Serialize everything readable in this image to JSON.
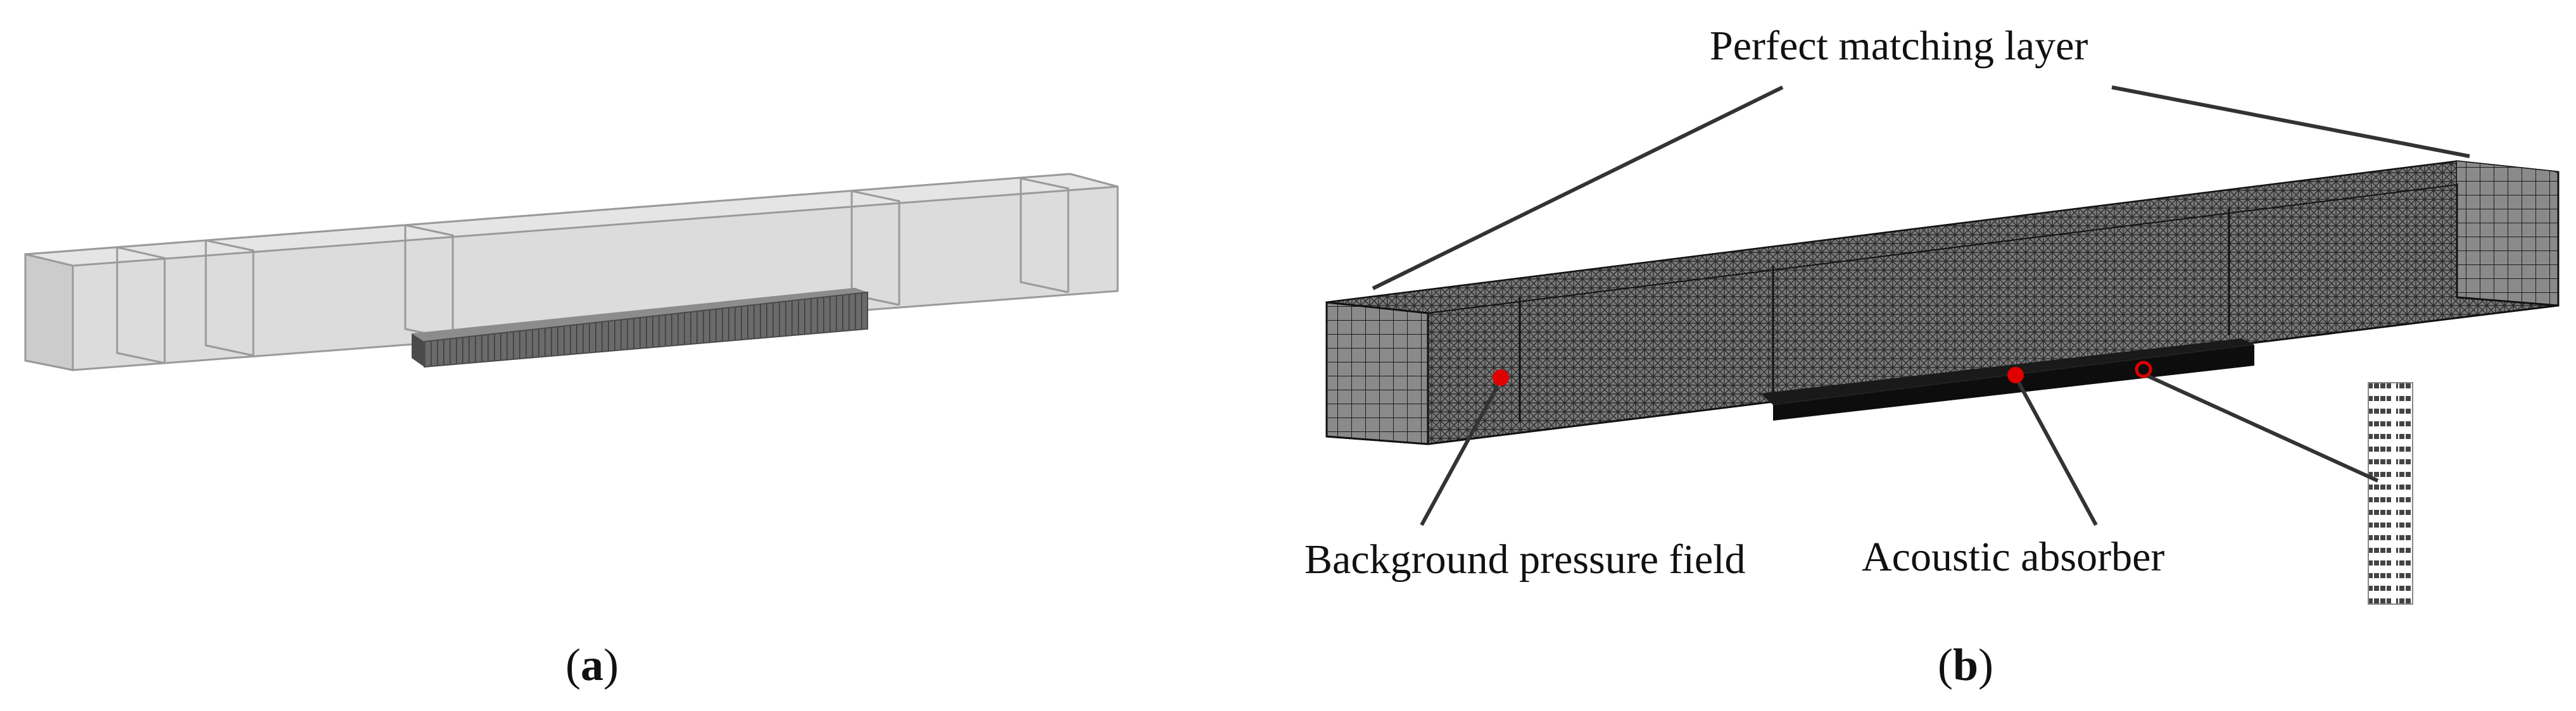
{
  "panel_a": {
    "caption_open": "(",
    "caption_letter": "a",
    "caption_close": ")"
  },
  "panel_b": {
    "caption_open": "(",
    "caption_letter": "b",
    "caption_close": ")",
    "labels": {
      "pml": "Perfect matching layer",
      "background": "Background pressure field",
      "absorber": "Acoustic absorber"
    }
  },
  "colors": {
    "outline_a": "#9a9a9a",
    "fill_a": "#d8d8d8",
    "absorber_a": "#5a5a5a",
    "mesh_dark": "#2a2a2a",
    "mesh_mid": "#6b6b6b",
    "absorber_b": "#111111",
    "marker": "#e00000",
    "leader": "#333333"
  },
  "icons": {
    "marker": "red-dot",
    "absorber_cell": "unit-cell-stack-icon"
  }
}
